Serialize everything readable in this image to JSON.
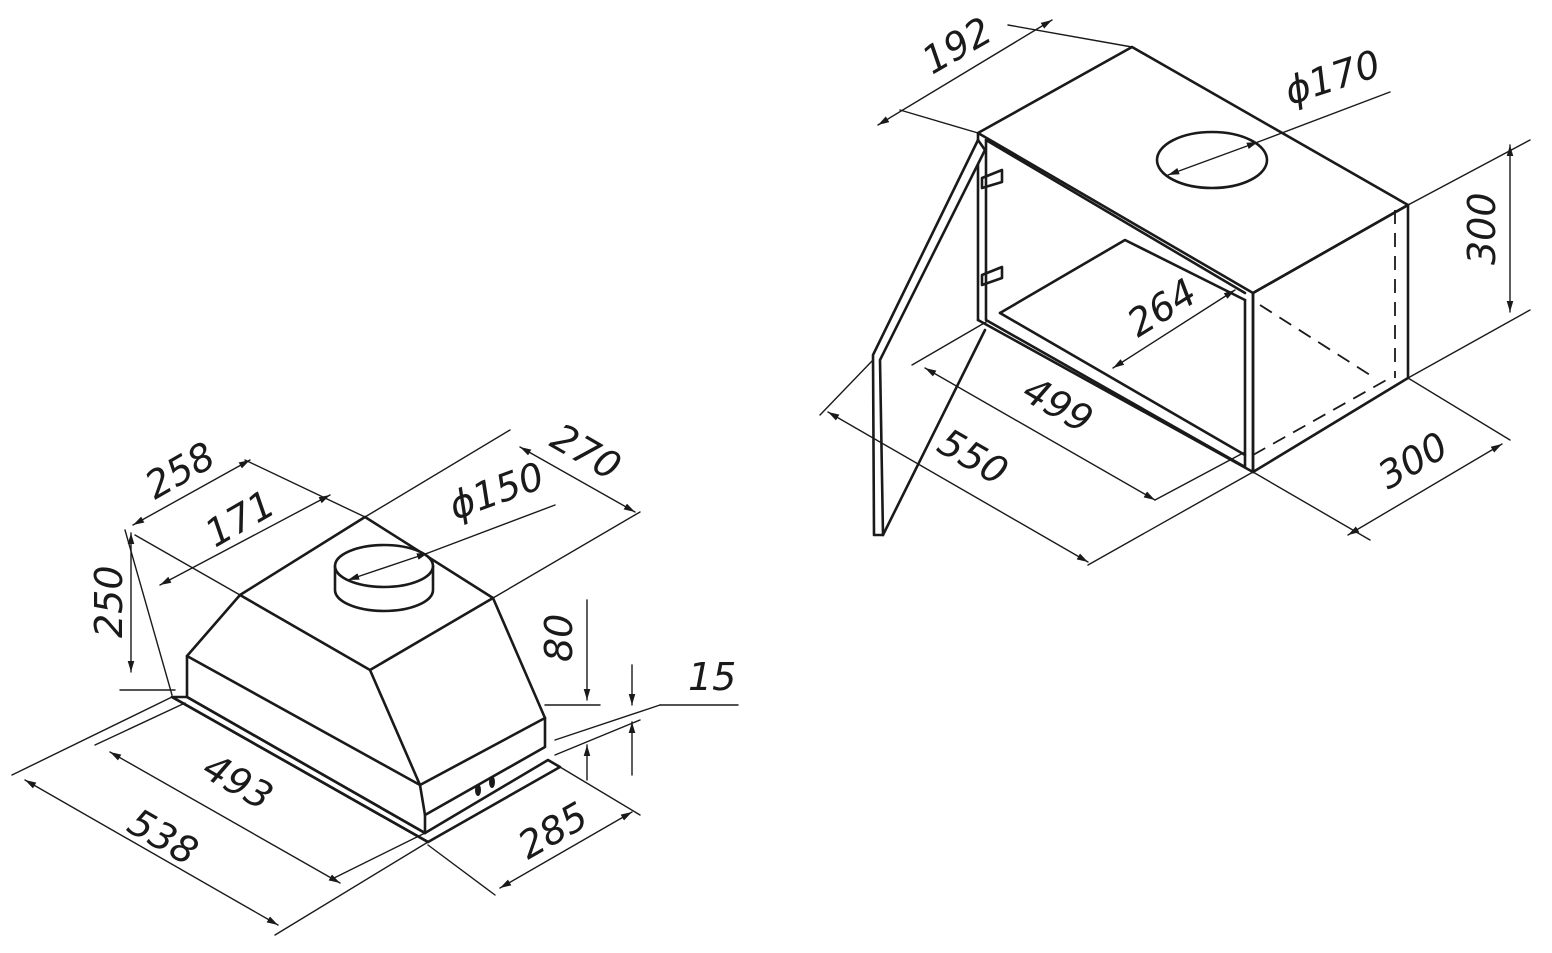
{
  "left_unit": {
    "dims": {
      "d258": "258",
      "d171": "171",
      "d270": "270",
      "d150": "ϕ150",
      "d250": "250",
      "d80": "80",
      "d15": "15",
      "d493": "493",
      "d538": "538",
      "d285": "285"
    }
  },
  "right_unit": {
    "dims": {
      "d192": "192",
      "d170": "ϕ170",
      "d300h": "300",
      "d264": "264",
      "d499": "499",
      "d550": "550",
      "d300d": "300"
    }
  }
}
